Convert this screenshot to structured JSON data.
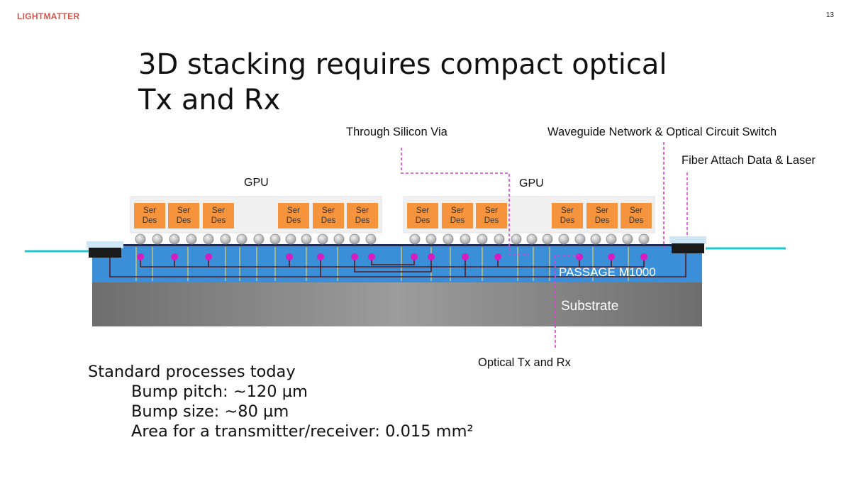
{
  "header": {
    "logo": "LIGHTMATTER",
    "page_number": "13"
  },
  "title": {
    "line1": "3D stacking requires compact optical",
    "line2": "Tx and Rx"
  },
  "callouts": {
    "tsv": "Through Silicon Via",
    "waveguide": "Waveguide Network & Optical Circuit Switch",
    "fiber": "Fiber Attach Data & Laser",
    "optical": "Optical Tx and Rx"
  },
  "gpus": [
    {
      "label": "GPU"
    },
    {
      "label": "GPU"
    }
  ],
  "serdes": {
    "line1": "Ser",
    "line2": "Des"
  },
  "layers": {
    "interposer": "PASSAGE M1000",
    "substrate": "Substrate"
  },
  "colors": {
    "serdes": "#f5943c",
    "interposer": "#3a8fd8",
    "interposer_edge": "#1d2a56",
    "substrate": "#8a8a8a",
    "tsv": "#e8d060",
    "node": "#d81bc0",
    "callout_line": "#e040d0",
    "fiber": "#1ec8d0",
    "logo": "#d9534a"
  },
  "notes": {
    "heading": "Standard processes today",
    "items": [
      "Bump pitch: ~120 µm",
      "Bump size: ~80 µm",
      "Area for a transmitter/receiver: 0.015 mm²"
    ]
  }
}
